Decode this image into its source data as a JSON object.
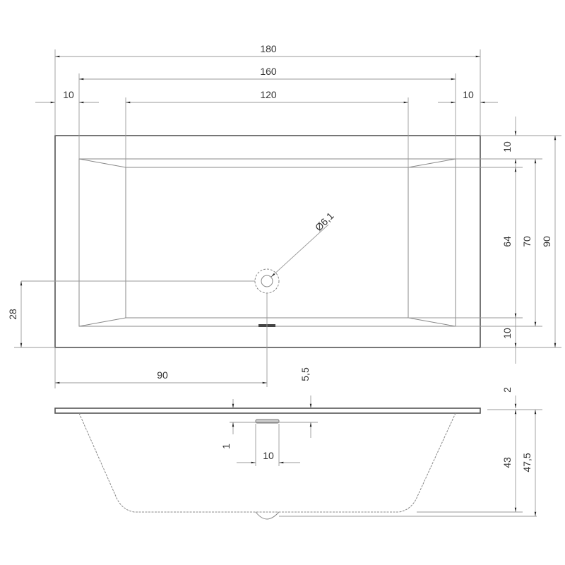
{
  "top_view": {
    "width_overall": "180",
    "width_inner": "160",
    "width_floor": "120",
    "rim_left": "10",
    "rim_right": "10",
    "rim_top": "10",
    "floor_length": "64",
    "inner_depth": "70",
    "depth_overall": "90",
    "rim_bottom": "10",
    "drain_offset_y": "28",
    "drain_offset_x": "90",
    "drain_diameter": "Ø6,1"
  },
  "side_view": {
    "overflow_height": "5,5",
    "overflow_offset": "1",
    "overflow_width": "10",
    "rim_thickness": "2",
    "basin_depth": "43",
    "total_height": "47,5"
  }
}
